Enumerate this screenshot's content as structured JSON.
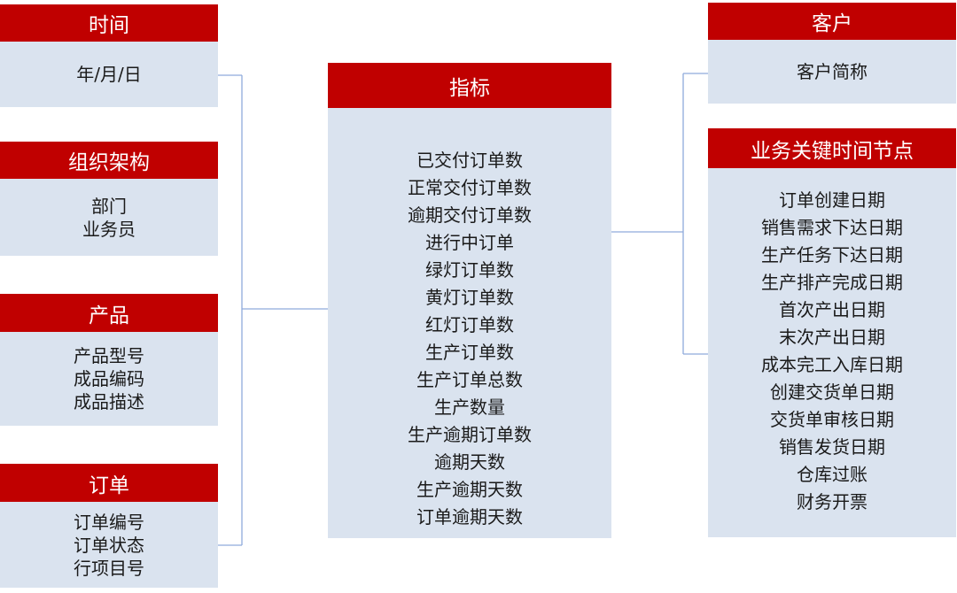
{
  "left_boxes": {
    "time": {
      "title": "时间",
      "items": [
        "年/月/日"
      ]
    },
    "organization": {
      "title": "组织架构",
      "items": [
        "部门",
        "业务员"
      ]
    },
    "product": {
      "title": "产品",
      "items": [
        "产品型号",
        "成品编码",
        "成品描述"
      ]
    },
    "order": {
      "title": "订单",
      "items": [
        "订单编号",
        "订单状态",
        "行项目号"
      ]
    }
  },
  "center_box": {
    "title": "指标",
    "items": [
      "已交付订单数",
      "正常交付订单数",
      "逾期交付订单数",
      "进行中订单",
      "绿灯订单数",
      "黄灯订单数",
      "红灯订单数",
      "生产订单数",
      "生产订单总数",
      "生产数量",
      "生产逾期订单数",
      "逾期天数",
      "生产逾期天数",
      "订单逾期天数"
    ]
  },
  "right_boxes": {
    "customer": {
      "title": "客户",
      "items": [
        "客户简称"
      ]
    },
    "milestones": {
      "title": "业务关键时间节点",
      "items": [
        "订单创建日期",
        "销售需求下达日期",
        "生产任务下达日期",
        "生产排产完成日期",
        "首次产出日期",
        "末次产出日期",
        "成本完工入库日期",
        "创建交货单日期",
        "交货单审核日期",
        "销售发货日期",
        "仓库过账",
        "财务开票"
      ]
    }
  },
  "colors": {
    "header_bg": "#c00000",
    "header_text": "#ffffff",
    "body_bg": "#dae3ef",
    "connector": "#8faadc"
  }
}
